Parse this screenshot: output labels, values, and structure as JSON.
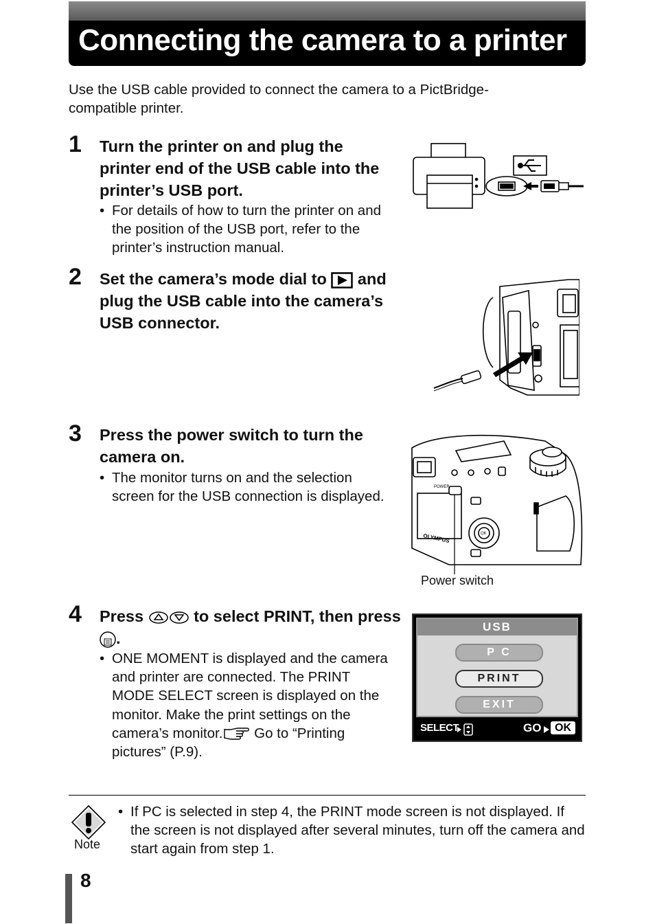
{
  "title": "Connecting the camera to a printer",
  "intro": "Use the USB cable provided to connect the camera to a PictBridge-compatible printer.",
  "steps": [
    {
      "number": "1",
      "heading": "Turn the printer on and plug the printer end of the USB cable into the printer’s USB port.",
      "bullet": "For details of how to turn the printer on and the position of the USB port, refer to the printer’s instruction manual."
    },
    {
      "number": "2",
      "heading_part1": "Set the camera’s mode dial to",
      "heading_part2": "and plug the USB cable into the camera’s USB connector."
    },
    {
      "number": "3",
      "heading": "Press the power switch to turn the camera on.",
      "bullet": "The monitor turns on and the selection screen for the USB connection is displayed.",
      "caption": "Power switch"
    },
    {
      "number": "4",
      "heading_part1": "Press",
      "heading_part2": "to select PRINT, then press",
      "heading_part3": ".",
      "bullet_part1": "ONE MOMENT is displayed and the camera and printer are connected. The PRINT MODE SELECT screen is displayed on the monitor. Make the print settings on the camera’s monitor.",
      "bullet_part2": "Go to “Printing pictures” (P.9)."
    }
  ],
  "usb_screen": {
    "title": "USB",
    "options": [
      "P  C",
      "PRINT",
      "EXIT"
    ],
    "selected": "PRINT",
    "select_label": "SELECT",
    "go_label": "GO",
    "ok_label": "OK"
  },
  "camera_labels": {
    "power": "POWER",
    "brand": "OLYMPUS",
    "ok": "OK"
  },
  "note": {
    "label": "Note",
    "text": "If PC is selected in step 4, the PRINT mode screen is not displayed. If the screen is not displayed after several minutes, turn off the camera and start again from step 1."
  },
  "page_number": "8",
  "bullet_char": "•",
  "icons": [
    "play-mode-icon",
    "arrow-up-button-icon",
    "arrow-down-button-icon",
    "ok-button-icon",
    "reference-hand-icon",
    "warning-note-icon",
    "usb-symbol-icon"
  ]
}
